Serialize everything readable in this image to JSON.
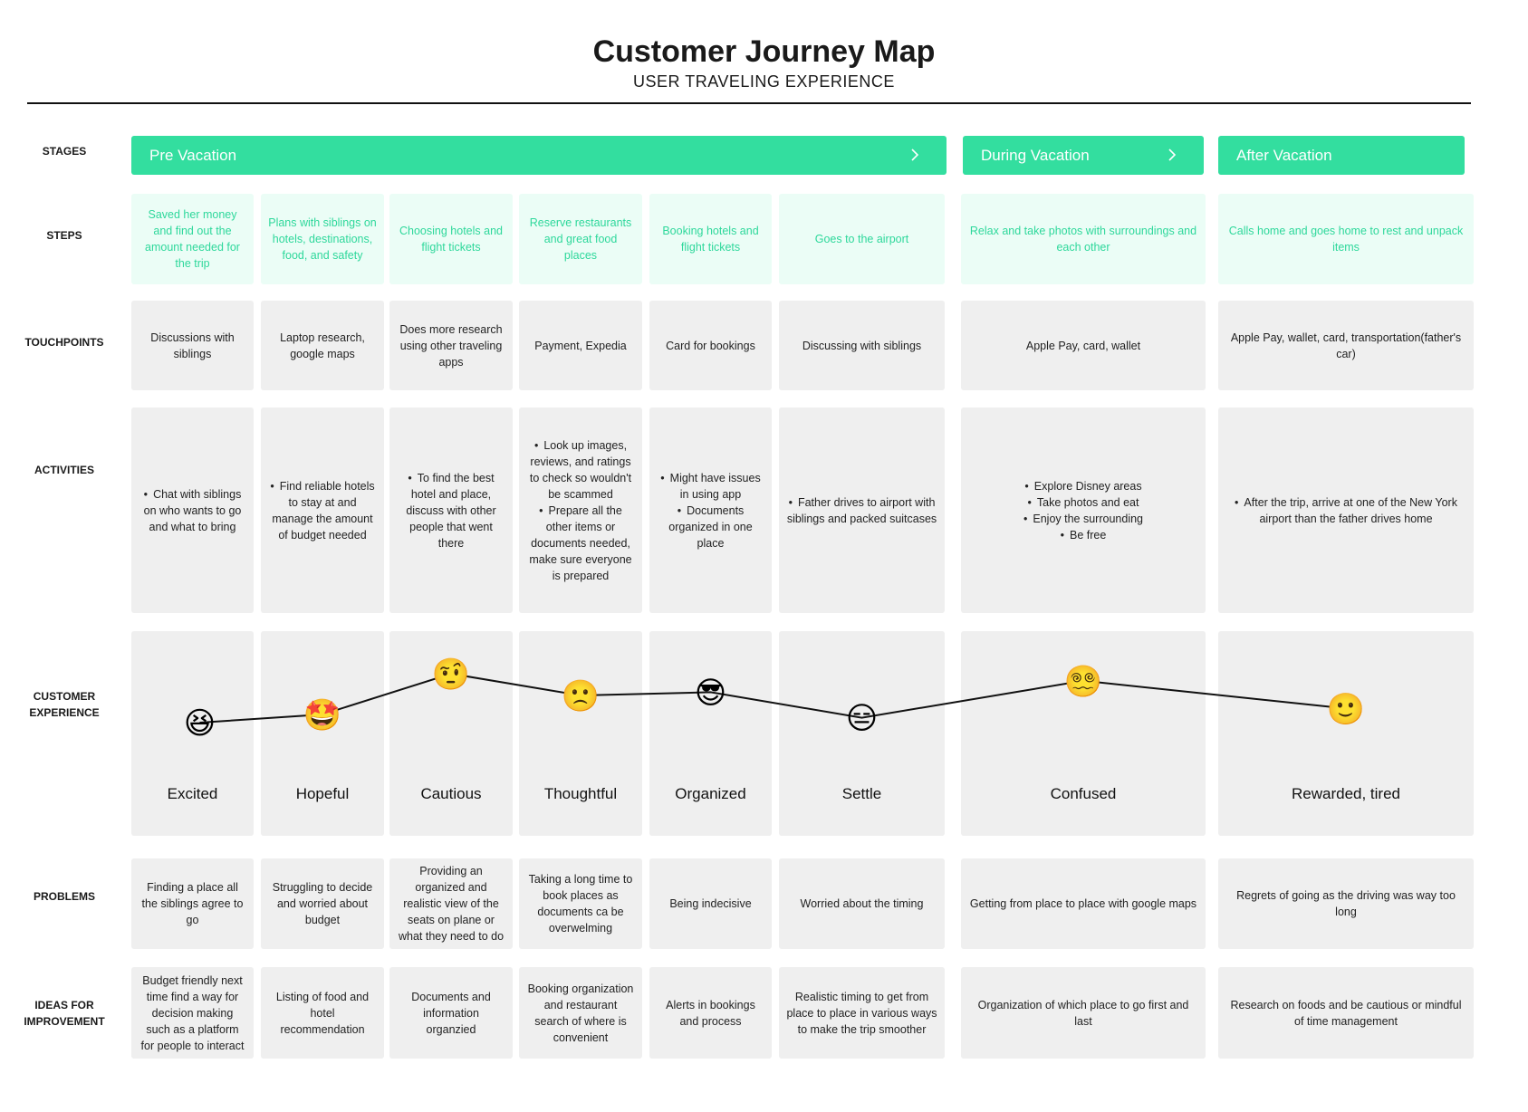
{
  "header": {
    "title": "Customer Journey Map",
    "subtitle": "USER TRAVELING EXPERIENCE"
  },
  "row_labels": {
    "stages": "STAGES",
    "steps": "STEPS",
    "touchpoints": "TOUCHPOINTS",
    "activities": "ACTIVITIES",
    "experience_1": "CUSTOMER",
    "experience_2": "EXPERIENCE",
    "problems": "PROBLEMS",
    "ideas_1": "IDEAS FOR",
    "ideas_2": "IMPROVEMENT"
  },
  "stages": [
    {
      "label": "Pre Vacation",
      "has_chevron": true
    },
    {
      "label": "During Vacation",
      "has_chevron": true
    },
    {
      "label": "After Vacation",
      "has_chevron": false
    }
  ],
  "steps": [
    "Saved her money and find out the amount needed for the trip",
    "Plans with siblings on hotels, destinations, food, and safety",
    "Choosing hotels and flight tickets",
    "Reserve restaurants and great food places",
    "Booking hotels and flight tickets",
    "Goes to the airport",
    "Relax and take photos with surroundings and each other",
    "Calls home and goes home to rest and unpack items"
  ],
  "touchpoints": [
    "Discussions with siblings",
    "Laptop research, google maps",
    "Does more research using other traveling apps",
    "Payment, Expedia",
    "Card for bookings",
    "Discussing with siblings",
    "Apple Pay, card, wallet",
    "Apple Pay, wallet, card, transportation(father's car)"
  ],
  "activities": [
    [
      "Chat with siblings on who wants to go and what to bring"
    ],
    [
      "Find reliable hotels to stay at and manage the amount of budget needed"
    ],
    [
      "To find the best hotel and place, discuss with other people that went there"
    ],
    [
      "Look up images, reviews, and ratings to check so wouldn't be scammed",
      "Prepare all the other items or documents needed, make sure everyone is prepared"
    ],
    [
      "Might have issues in using app",
      "Documents organized in one place"
    ],
    [
      "Father drives to airport with siblings and packed suitcases"
    ],
    [
      "Explore Disney areas",
      "Take photos and eat",
      "Enjoy the surrounding",
      "Be free"
    ],
    [
      "After the trip, arrive at one of the New York airport than the father drives home"
    ]
  ],
  "experience": [
    {
      "emotion": "Excited",
      "emoji": "😆",
      "level": 0.0
    },
    {
      "emotion": "Hopeful",
      "emoji": "🤩",
      "level": 0.15
    },
    {
      "emotion": "Cautious",
      "emoji": "🤨",
      "level": 0.9
    },
    {
      "emotion": "Thoughtful",
      "emoji": "🙁",
      "level": 0.5
    },
    {
      "emotion": "Organized",
      "emoji": "😎",
      "level": 0.56
    },
    {
      "emotion": "Settle",
      "emoji": "😑",
      "level": 0.09
    },
    {
      "emotion": "Confused",
      "emoji": "😵‍💫",
      "level": 0.77
    },
    {
      "emotion": "Rewarded, tired",
      "emoji": "🙂",
      "level": 0.26
    }
  ],
  "problems": [
    "Finding a place all the siblings agree to go",
    "Struggling to decide and worried about budget",
    "Providing an organized and realistic view of the seats on plane or what they need to do",
    "Taking a long time to book places as documents ca be overwelming",
    "Being indecisive",
    "Worried about the timing",
    "Getting from place to place with google maps",
    "Regrets of going as the driving was way too long"
  ],
  "ideas": [
    "Budget friendly next time find a way for decision making such as a platform for people to interact",
    "Listing of food and hotel recommendation",
    "Documents and information organzied",
    "Booking organization and restaurant search of where is convenient",
    "Alerts in bookings and process",
    "Realistic timing to get from place to place in various ways to make the trip smoother",
    "Organization of which place to go first and last",
    "Research on foods and be cautious or mindful of time management"
  ],
  "colors": {
    "stage_bg": "#33de9f",
    "step_bg": "#ebfdf6",
    "step_text": "#2ed89b",
    "cell_bg": "#efefef"
  }
}
